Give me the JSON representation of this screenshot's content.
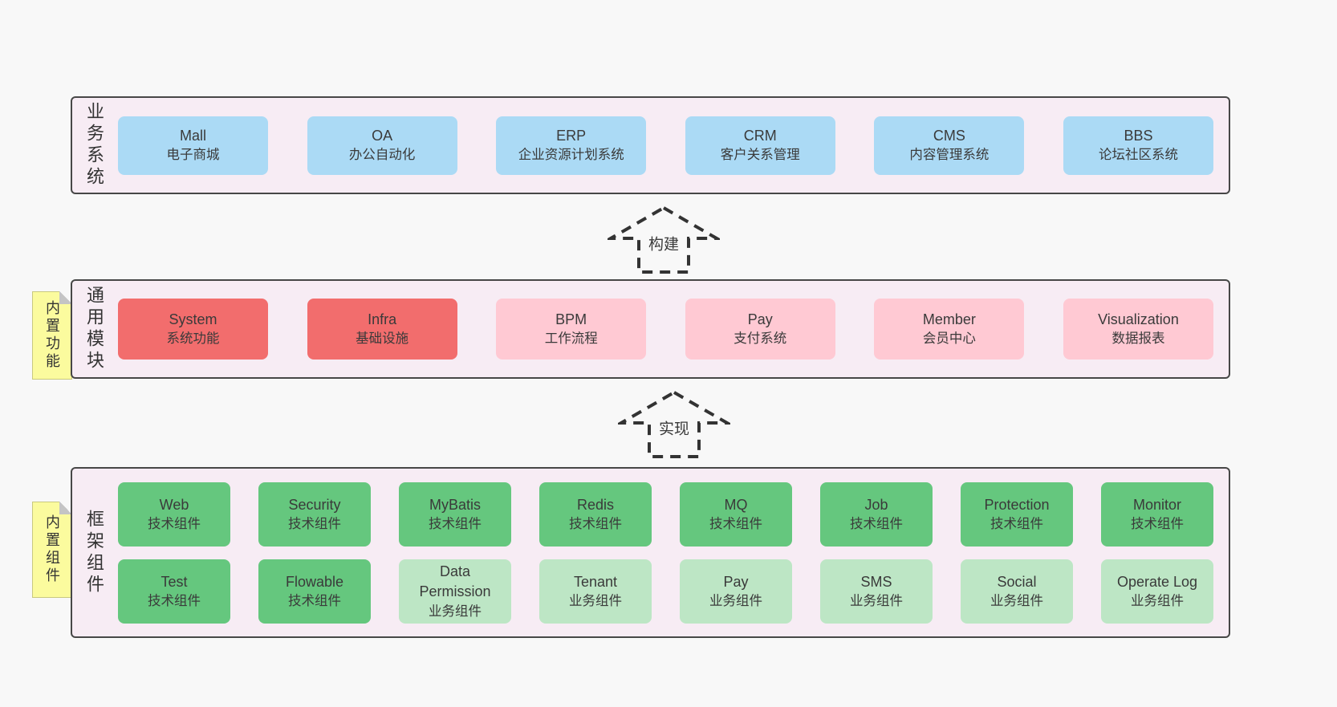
{
  "colors": {
    "page_bg": "#f8f8f8",
    "band_bg": "#f7ecf4",
    "band_border": "#474747",
    "blue": "#abdaf5",
    "red": "#f26d6d",
    "pink": "#ffc9d3",
    "green": "#65c77e",
    "light_green": "#bde6c5",
    "note_bg": "#fbfb9e",
    "arrow_stroke": "#333333"
  },
  "layers": [
    {
      "label": "业务系统",
      "boxes": [
        {
          "name": "Mall",
          "desc": "电子商城",
          "variant": "blue"
        },
        {
          "name": "OA",
          "desc": "办公自动化",
          "variant": "blue"
        },
        {
          "name": "ERP",
          "desc": "企业资源计划系统",
          "variant": "blue"
        },
        {
          "name": "CRM",
          "desc": "客户关系管理",
          "variant": "blue"
        },
        {
          "name": "CMS",
          "desc": "内容管理系统",
          "variant": "blue"
        },
        {
          "name": "BBS",
          "desc": "论坛社区系统",
          "variant": "blue"
        }
      ]
    },
    {
      "label": "通用模块",
      "note": "内置功能",
      "boxes": [
        {
          "name": "System",
          "desc": "系统功能",
          "variant": "red"
        },
        {
          "name": "Infra",
          "desc": "基础设施",
          "variant": "red"
        },
        {
          "name": "BPM",
          "desc": "工作流程",
          "variant": "pink"
        },
        {
          "name": "Pay",
          "desc": "支付系统",
          "variant": "pink"
        },
        {
          "name": "Member",
          "desc": "会员中心",
          "variant": "pink"
        },
        {
          "name": "Visualization",
          "desc": "数据报表",
          "variant": "pink"
        }
      ]
    },
    {
      "label": "框架组件",
      "note": "内置组件",
      "row1": [
        {
          "name": "Web",
          "desc": "技术组件",
          "variant": "green"
        },
        {
          "name": "Security",
          "desc": "技术组件",
          "variant": "green"
        },
        {
          "name": "MyBatis",
          "desc": "技术组件",
          "variant": "green"
        },
        {
          "name": "Redis",
          "desc": "技术组件",
          "variant": "green"
        },
        {
          "name": "MQ",
          "desc": "技术组件",
          "variant": "green"
        },
        {
          "name": "Job",
          "desc": "技术组件",
          "variant": "green"
        },
        {
          "name": "Protection",
          "desc": "技术组件",
          "variant": "green"
        },
        {
          "name": "Monitor",
          "desc": "技术组件",
          "variant": "green"
        }
      ],
      "row2": [
        {
          "name": "Test",
          "desc": "技术组件",
          "variant": "green"
        },
        {
          "name": "Flowable",
          "desc": "技术组件",
          "variant": "green"
        },
        {
          "name": "Data Permission",
          "desc": "业务组件",
          "variant": "lgreen"
        },
        {
          "name": "Tenant",
          "desc": "业务组件",
          "variant": "lgreen"
        },
        {
          "name": "Pay",
          "desc": "业务组件",
          "variant": "lgreen"
        },
        {
          "name": "SMS",
          "desc": "业务组件",
          "variant": "lgreen"
        },
        {
          "name": "Social",
          "desc": "业务组件",
          "variant": "lgreen"
        },
        {
          "name": "Operate Log",
          "desc": "业务组件",
          "variant": "lgreen"
        }
      ]
    }
  ],
  "arrows": [
    {
      "label": "构建"
    },
    {
      "label": "实现"
    }
  ]
}
